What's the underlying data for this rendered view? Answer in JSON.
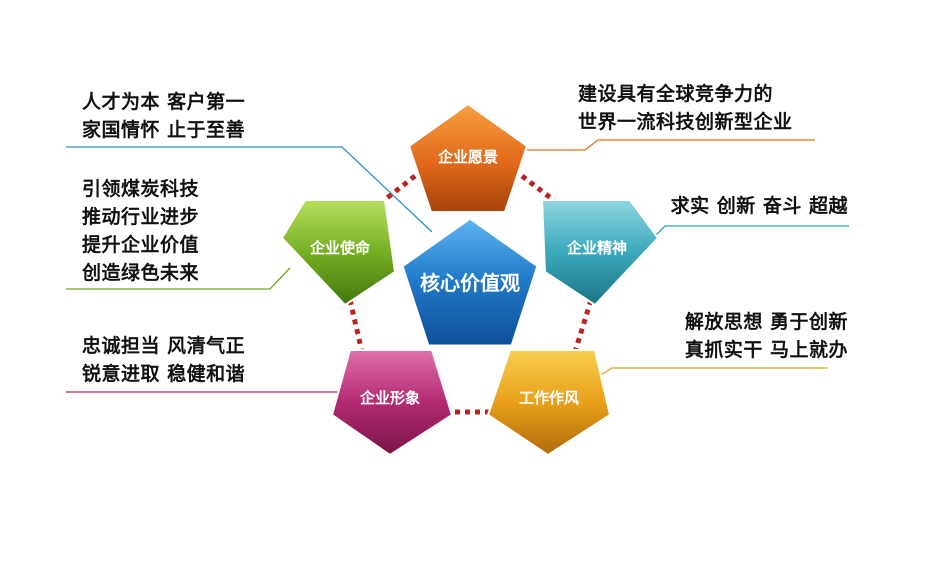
{
  "center": {
    "label": "核心价值观"
  },
  "nodes": {
    "vision": {
      "label": "企业愿景",
      "lines": [
        "建设具有全球竞争力的",
        "世界一流科技创新型企业"
      ]
    },
    "spirit": {
      "label": "企业精神",
      "lines": [
        "求实 创新 奋斗 超越"
      ]
    },
    "style": {
      "label": "工作作风",
      "lines": [
        "解放思想 勇于创新",
        "真抓实干 马上就办"
      ]
    },
    "image": {
      "label": "企业形象",
      "lines": [
        "忠诚担当 风清气正",
        "锐意进取 稳健和谐"
      ]
    },
    "mission": {
      "label": "企业使命",
      "lines": [
        "引领煤炭科技",
        "推动行业进步",
        "提升企业价值",
        "创造绿色未来"
      ]
    }
  },
  "top_left": {
    "lines": [
      "人才为本 客户第一",
      "家国情怀 止于至善"
    ]
  },
  "colors": {
    "center": "#1a6fc4",
    "vision": "#e0701a",
    "spirit": "#2f9fb3",
    "style": "#e0a21a",
    "image": "#b0246e",
    "mission": "#6fa81e",
    "dots": "#b8241e"
  }
}
